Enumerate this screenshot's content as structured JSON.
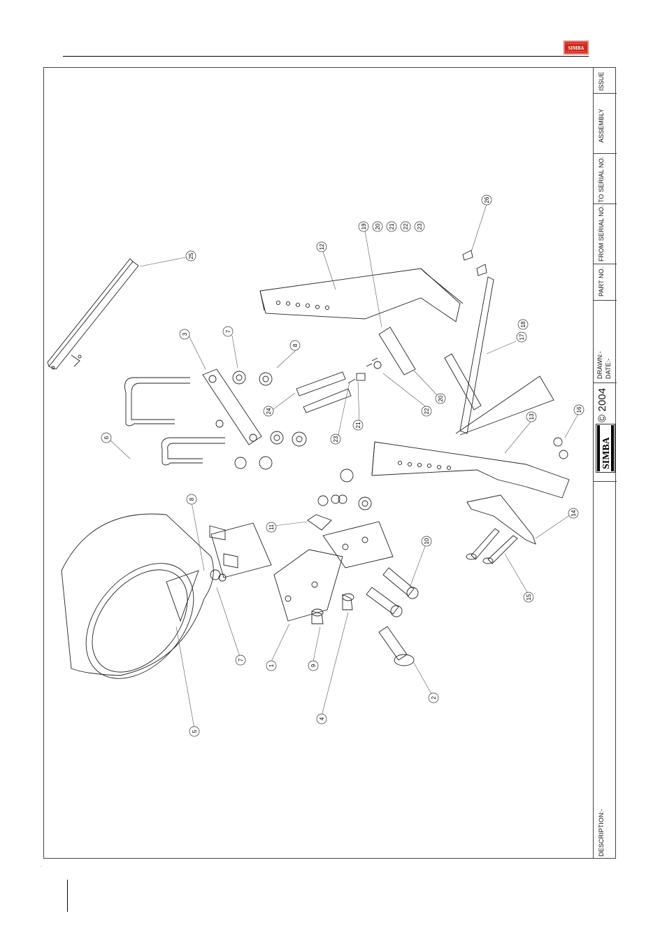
{
  "title_block": {
    "issue": "ISSUE",
    "assembly": "ASSEMBLY",
    "to_serial": "TO SERIAL NO.",
    "from_serial": "FROM SERIAL NO.",
    "part_no": "PART NO.",
    "drawn": "DRAWN:-",
    "date": "DATE:-",
    "copyright": "© 2004",
    "brand": "SIMBA",
    "description": "DESCRIPTION:-"
  },
  "logo_top": {
    "text": "SIMBA",
    "color": "#cc2a1f"
  },
  "callouts": [
    "1",
    "2",
    "3",
    "4",
    "5",
    "6",
    "7",
    "7",
    "8",
    "8",
    "9",
    "10",
    "11",
    "12",
    "13",
    "14",
    "15",
    "16",
    "17",
    "18",
    "19",
    "20",
    "20",
    "21",
    "21",
    "22",
    "22",
    "23",
    "23",
    "24",
    "25",
    "26"
  ],
  "page_marker": "."
}
